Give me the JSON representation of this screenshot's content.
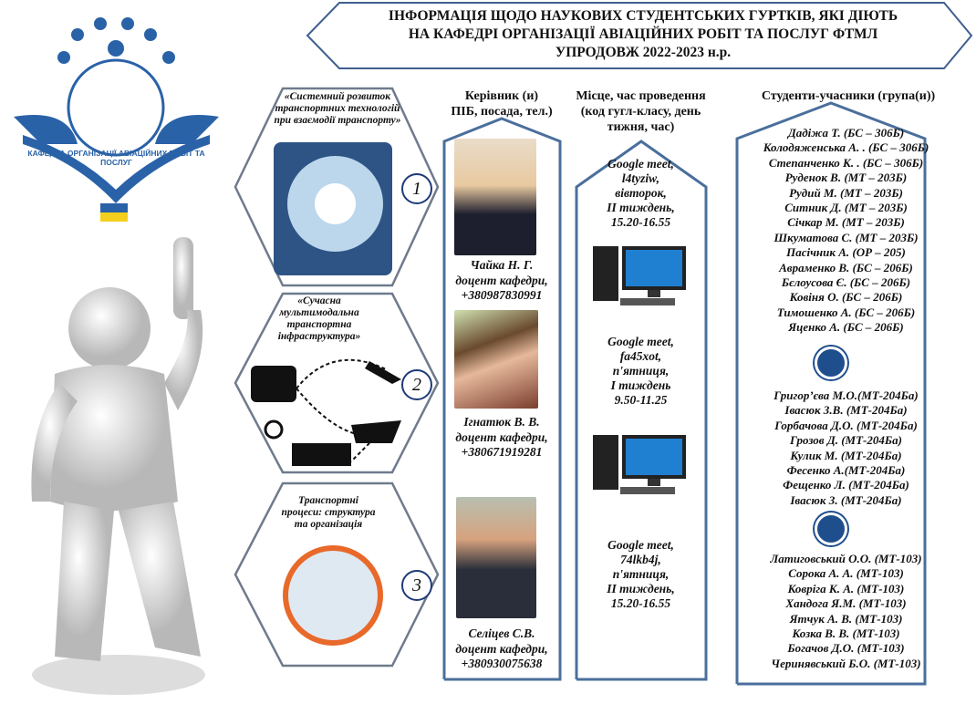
{
  "title": [
    "ІНФОРМАЦІЯ ЩОДО НАУКОВИХ СТУДЕНТСЬКИХ ГУРТКІВ, ЯКІ ДІЮТЬ",
    "НА КАФЕДРІ ОРГАНІЗАЦІЇ АВІАЦІЙНИХ РОБІТ ТА ПОСЛУГ ФТМЛ",
    "УПРОДОВЖ 2022-2023 н.р."
  ],
  "logo_text": "КАФЕДРА ОРГАНІЗАЦІЇ АВІАЦІЙНИХ РОБІТ ТА ПОСЛУГ",
  "headers": {
    "leader": [
      "Керівник (и)",
      "ПІБ, посада, тел.)"
    ],
    "location": [
      "Місце, час проведення",
      "(код гугл-класу, день",
      "тижня, час)"
    ],
    "students": "Студенти-учасники (група(и))"
  },
  "circles": [
    {
      "number": "1",
      "title": [
        "«Системний розвиток",
        "транспортних технологій",
        "при взаємодії транспорту»"
      ]
    },
    {
      "number": "2",
      "title": [
        "«Сучасна",
        "мультимодальна",
        "транспортна",
        "інфраструктура»"
      ]
    },
    {
      "number": "3",
      "title": [
        "Транспортні",
        "процеси: структура",
        "та організація"
      ]
    }
  ],
  "leaders": [
    {
      "name": "Чайка Н. Г.",
      "position": "доцент кафедри,",
      "phone": "+380987830991"
    },
    {
      "name": "Ігнатюк В. В.",
      "position": "доцент кафедри,",
      "phone": "+380671919281"
    },
    {
      "name": "Селіцев С.В.",
      "position": "доцент кафедри,",
      "phone": "+380930075638"
    }
  ],
  "locations": [
    [
      "Google meet,",
      "l4tyziw,",
      "вівторок,",
      "II тиждень,",
      "15.20-16.55"
    ],
    [
      "Google meet,",
      "fa45xot,",
      "п'ятниця,",
      "I тиждень",
      "9.50-11.25"
    ],
    [
      "Google meet,",
      "74lkb4j,",
      "п'ятниця,",
      "II тиждень,",
      "15.20-16.55"
    ]
  ],
  "students": [
    [
      "Дадіжа Т. (БС – 306Б)",
      "Колодяженська А. . (БС – 306Б)",
      "Степанченко К. . (БС – 306Б)",
      "Руденок В. (МТ – 203Б)",
      "Рудий М. (МТ – 203Б)",
      "Ситник Д. (МТ – 203Б)",
      "Січкар М. (МТ – 203Б)",
      "Шкуматова С. (МТ – 203Б)",
      "Пасічник А. (ОР – 205)",
      "Авраменко В. (БС – 206Б)",
      "Бєлоусова Є. (БС – 206Б)",
      "Ковіня О. (БС – 206Б)",
      "Тимошенко А. (БС – 206Б)",
      "Яценко А. (БС – 206Б)"
    ],
    [
      "Григор’єва М.О.(МТ-204Ба)",
      "Івасюк З.В. (МТ-204Ба)",
      "Горбачова Д.О. (МТ-204Ба)",
      "Грозов Д. (МТ-204Ба)",
      "Кулик М. (МТ-204Ба)",
      "Фесенко А.(МТ-204Ба)",
      "Фещенко Л. (МТ-204Ба)",
      "Івасюк З. (МТ-204Ба)"
    ],
    [
      "Латиговський О.О. (МТ-103)",
      "Сорока А. А. (МТ-103)",
      "Ковріга К. А. (МТ-103)",
      "Хандога Я.М. (МТ-103)",
      "Ятчук А. В. (МТ-103)",
      "Козка В. В. (МТ-103)",
      "Богачов Д.О. (МТ-103)",
      "Черинявський Б.О. (МТ-103)"
    ]
  ],
  "colors": {
    "frame": "#4a6f9c",
    "accent": "#1f4e8c",
    "orange": "#e8692a"
  }
}
